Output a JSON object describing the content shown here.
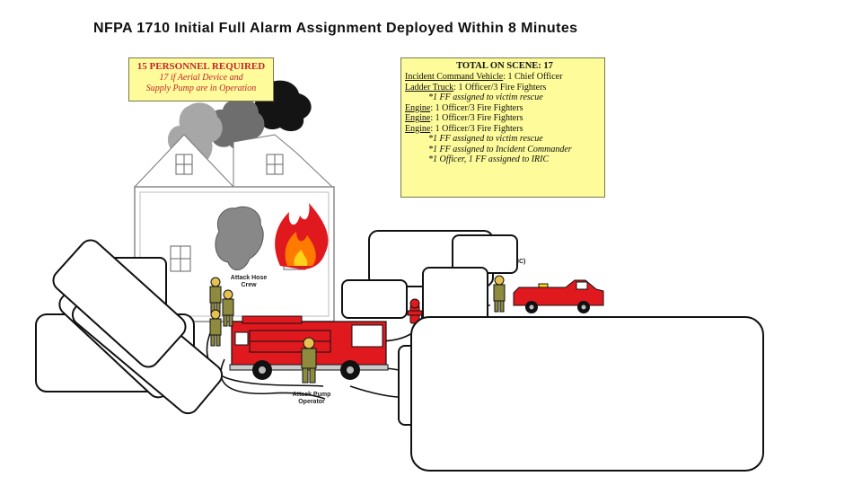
{
  "title": "NFPA 1710 Initial Full Alarm Assignment Deployed Within 8 Minutes",
  "personnel_box": {
    "heading": "15 PERSONNEL REQUIRED",
    "line1": "17 if Aerial Device and",
    "line2": "Supply Pump are in Operation"
  },
  "scene_box": {
    "total": "TOTAL ON SCENE: 17",
    "rows": [
      {
        "unit": "Incident Command Vehicle",
        "text": ": 1 Chief Officer"
      },
      {
        "unit": "Ladder Truck",
        "text": ": 1 Officer/3 Fire Fighters"
      },
      {
        "note": "*1 FF assigned to victim rescue"
      },
      {
        "unit": "Engine",
        "text": ": 1 Officer/3 Fire Fighters"
      },
      {
        "unit": "Engine",
        "text": ": 1 Officer/3 Fire Fighters"
      },
      {
        "unit": "Engine",
        "text": ": 1 Officer/3 Fire Fighters"
      },
      {
        "note": "*1 FF assigned to victim rescue"
      },
      {
        "note": "*1 FF assigned to Incident Commander"
      },
      {
        "note": "*1 Officer, 1 FF assigned to IRIC"
      }
    ]
  },
  "labels": {
    "attack_hose_1": "Attack Hose",
    "attack_hose_2": "Crew",
    "attack_pump_1": "Attack Pump",
    "attack_pump_2": "Operator",
    "ric_fragment": "IC)"
  },
  "colors": {
    "truck_red": "#e0191f",
    "flame_orange": "#ff7a00",
    "smoke_black": "#1a1a1a",
    "note_yellow": "#fdfb9a",
    "ff_olive": "#8e8b3f"
  }
}
